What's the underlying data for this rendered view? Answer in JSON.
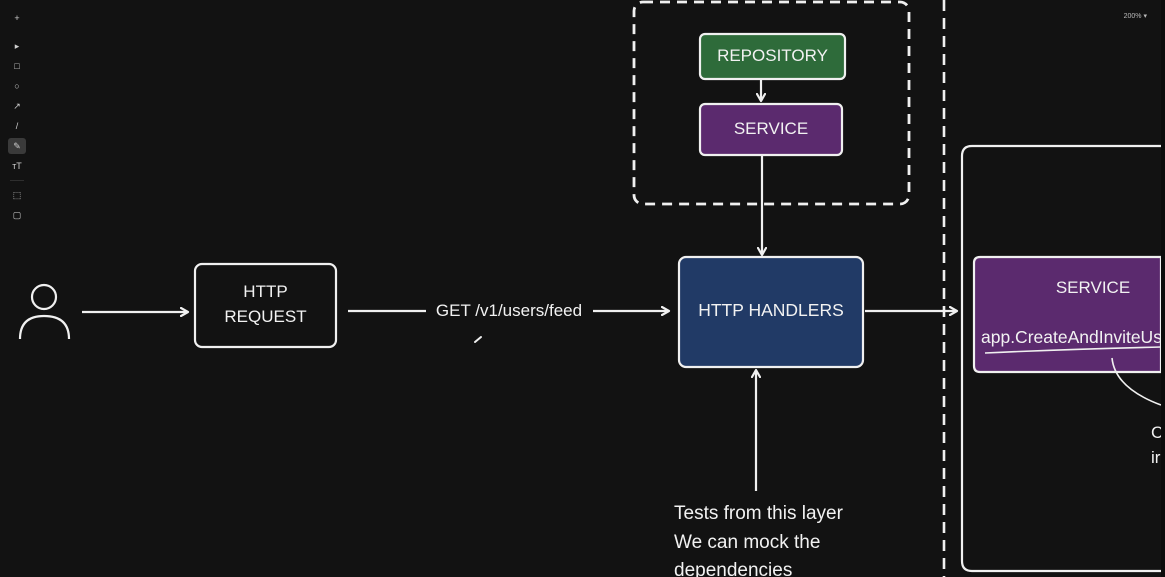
{
  "toolbar": {
    "tools": [
      {
        "name": "add",
        "glyph": "+"
      },
      {
        "name": "select",
        "glyph": "▸"
      },
      {
        "name": "rectangle",
        "glyph": "□"
      },
      {
        "name": "ellipse",
        "glyph": "○"
      },
      {
        "name": "arrow",
        "glyph": "↗"
      },
      {
        "name": "line",
        "glyph": "/"
      },
      {
        "name": "pencil",
        "glyph": "✎"
      },
      {
        "name": "text",
        "glyph": "ᴛT"
      },
      {
        "name": "frame",
        "glyph": "⬚"
      },
      {
        "name": "comment",
        "glyph": "▢"
      }
    ],
    "active_tool": "pencil"
  },
  "zoom_label": "200% ▾",
  "diagram": {
    "http_request": "HTTP\nREQUEST",
    "http_request_line1": "HTTP",
    "http_request_line2": "REQUEST",
    "get_label": "GET /v1/users/feed",
    "repository": "REPOSITORY",
    "service_top": "SERVICE",
    "http_handlers": "HTTP HANDLERS",
    "service_right": "SERVICE",
    "service_method": "app.CreateAndInviteUs",
    "note_line1": "Tests from this layer",
    "note_line2": "We can mock the",
    "note_line3": "dependencies",
    "cut_text1": "C",
    "cut_text2": "ir"
  },
  "colors": {
    "background": "#121212",
    "stroke": "#f0f0f0",
    "repository_fill": "#2e6b3a",
    "service_fill": "#5b2a6e",
    "handlers_fill": "#213a66"
  }
}
